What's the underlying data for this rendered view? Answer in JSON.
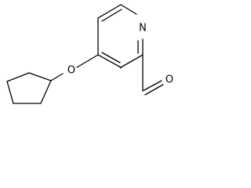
{
  "molecule": {
    "atoms": {
      "pyridine_nitrogen": "N",
      "ether_oxygen": "O",
      "aldehyde_oxygen": "O"
    }
  }
}
